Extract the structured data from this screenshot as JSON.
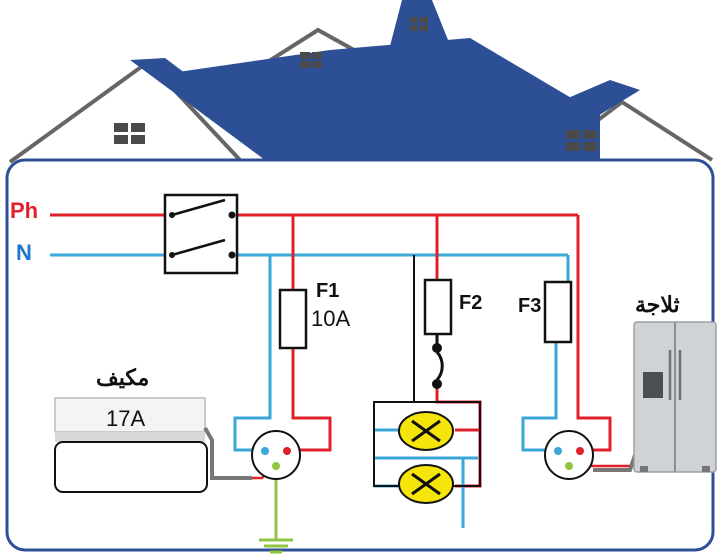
{
  "labels": {
    "phase": "Ph",
    "neutral": "N",
    "fuse1": "F1",
    "fuse1_rating": "10A",
    "fuse2": "F2",
    "fuse3": "F3",
    "air_conditioner": "مكيف",
    "air_conditioner_rating": "17A",
    "refrigerator": "ثلاجة"
  },
  "colors": {
    "phase_wire": "#e0202a",
    "neutral_wire": "#3aa7d8",
    "earth_wire": "#8ec641",
    "roof": "#2d4f95",
    "lamp": "#f5e50a"
  }
}
